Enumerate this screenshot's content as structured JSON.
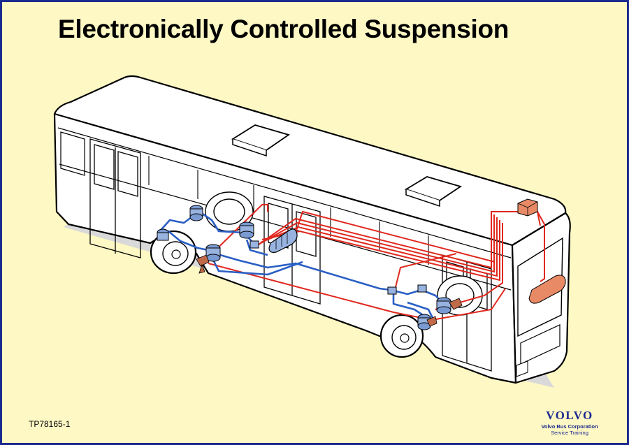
{
  "title": "Electronically Controlled Suspension",
  "document_id": "TP78165-1",
  "brand": {
    "logo": "VOLVO",
    "corporation": "Volvo Bus Corporation",
    "department": "Service Training"
  },
  "colors": {
    "background": "#fdf8c4",
    "border": "#1c2a8f",
    "air_lines": "#2a5fc4",
    "electric_lines": "#e0281e",
    "components": "#e88a66",
    "bus_outline": "#000000",
    "shadow": "#d8d8d8"
  }
}
